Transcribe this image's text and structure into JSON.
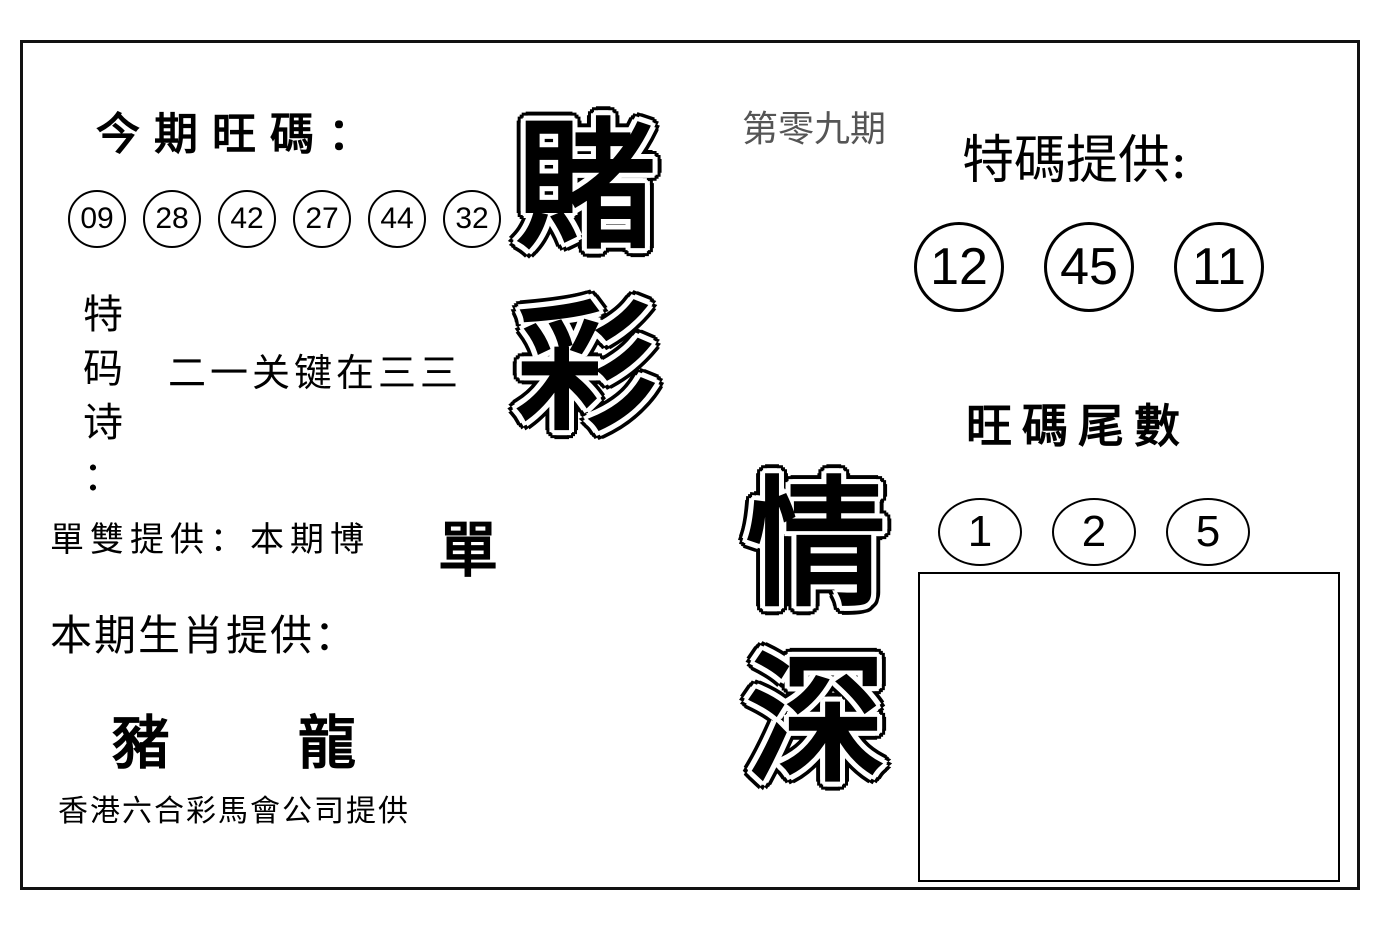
{
  "header": {
    "title": "今期旺碼：",
    "issue": "第零九期"
  },
  "hot_numbers": [
    "09",
    "28",
    "42",
    "27",
    "44",
    "32"
  ],
  "special_poem": {
    "label": [
      "特",
      "码",
      "诗",
      "："
    ],
    "text": "二一关键在三三"
  },
  "odd_even": {
    "label": "單雙提供：本期博",
    "value": "單"
  },
  "zodiac": {
    "label": "本期生肖提供：",
    "values": [
      "豬",
      "龍"
    ]
  },
  "footer": "香港六合彩馬會公司提供",
  "decor": {
    "word1": [
      "賭",
      "彩"
    ],
    "word2": [
      "情",
      "深"
    ]
  },
  "special_code": {
    "label": "特碼提供:",
    "numbers": [
      "12",
      "45",
      "11"
    ]
  },
  "tail": {
    "label": "旺碼尾數",
    "numbers": [
      "1",
      "2",
      "5"
    ]
  }
}
